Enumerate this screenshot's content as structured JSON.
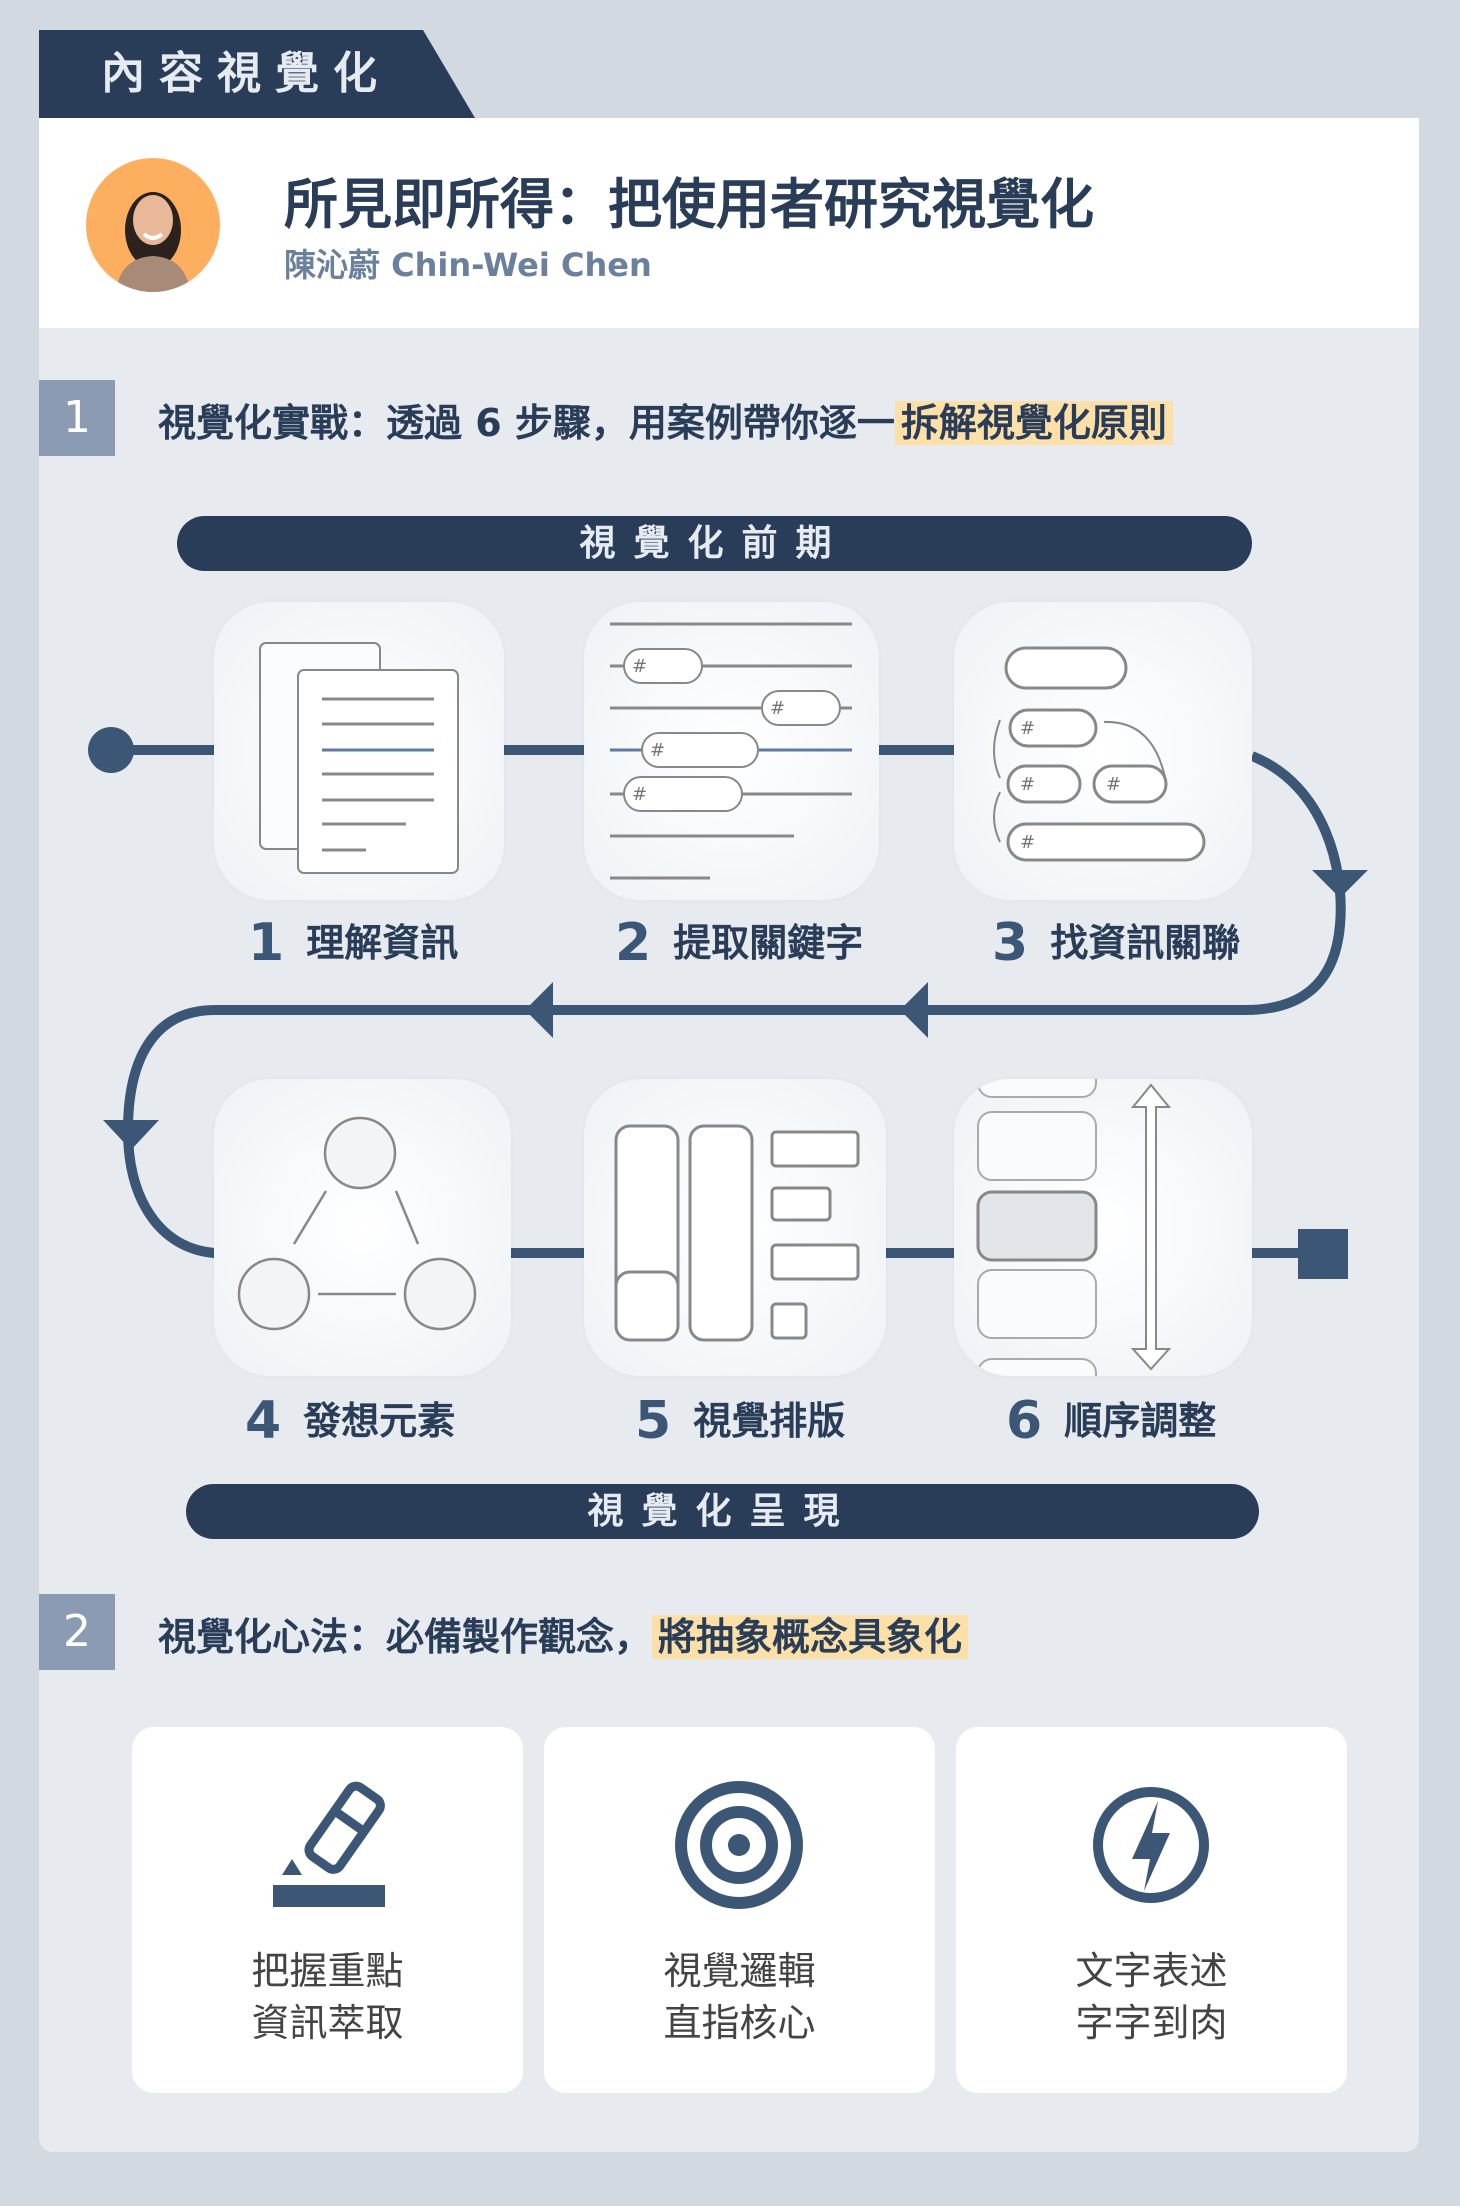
{
  "tag": "內容視覺化",
  "header": {
    "title": "所見即所得：把使用者研究視覺化",
    "author": "陳沁蔚 Chin-Wei Chen"
  },
  "section1": {
    "number": "1",
    "heading": "視覺化實戰：透過 6 步驟，用案例帶你逐一",
    "highlight": "拆解視覺化原則"
  },
  "phase_top": "視覺化前期",
  "phase_bottom": "視覺化呈現",
  "steps": [
    {
      "number": "1",
      "label": "理解資訊"
    },
    {
      "number": "2",
      "label": "提取關鍵字"
    },
    {
      "number": "3",
      "label": "找資訊關聯"
    },
    {
      "number": "4",
      "label": "發想元素"
    },
    {
      "number": "5",
      "label": "視覺排版"
    },
    {
      "number": "6",
      "label": "順序調整"
    }
  ],
  "section2": {
    "number": "2",
    "heading": "視覺化心法：必備製作觀念，",
    "highlight": "將抽象概念具象化"
  },
  "principles": [
    {
      "icon": "highlighter-icon",
      "line1": "把握重點",
      "line2": "資訊萃取"
    },
    {
      "icon": "target-icon",
      "line1": "視覺邏輯",
      "line2": "直指核心"
    },
    {
      "icon": "lightning-icon",
      "line1": "文字表述",
      "line2": "字字到肉"
    }
  ],
  "colors": {
    "dark": "#2a3d58",
    "line": "#3c5676",
    "highlight": "#fde0a8",
    "section_box": "#8a9bb3"
  }
}
